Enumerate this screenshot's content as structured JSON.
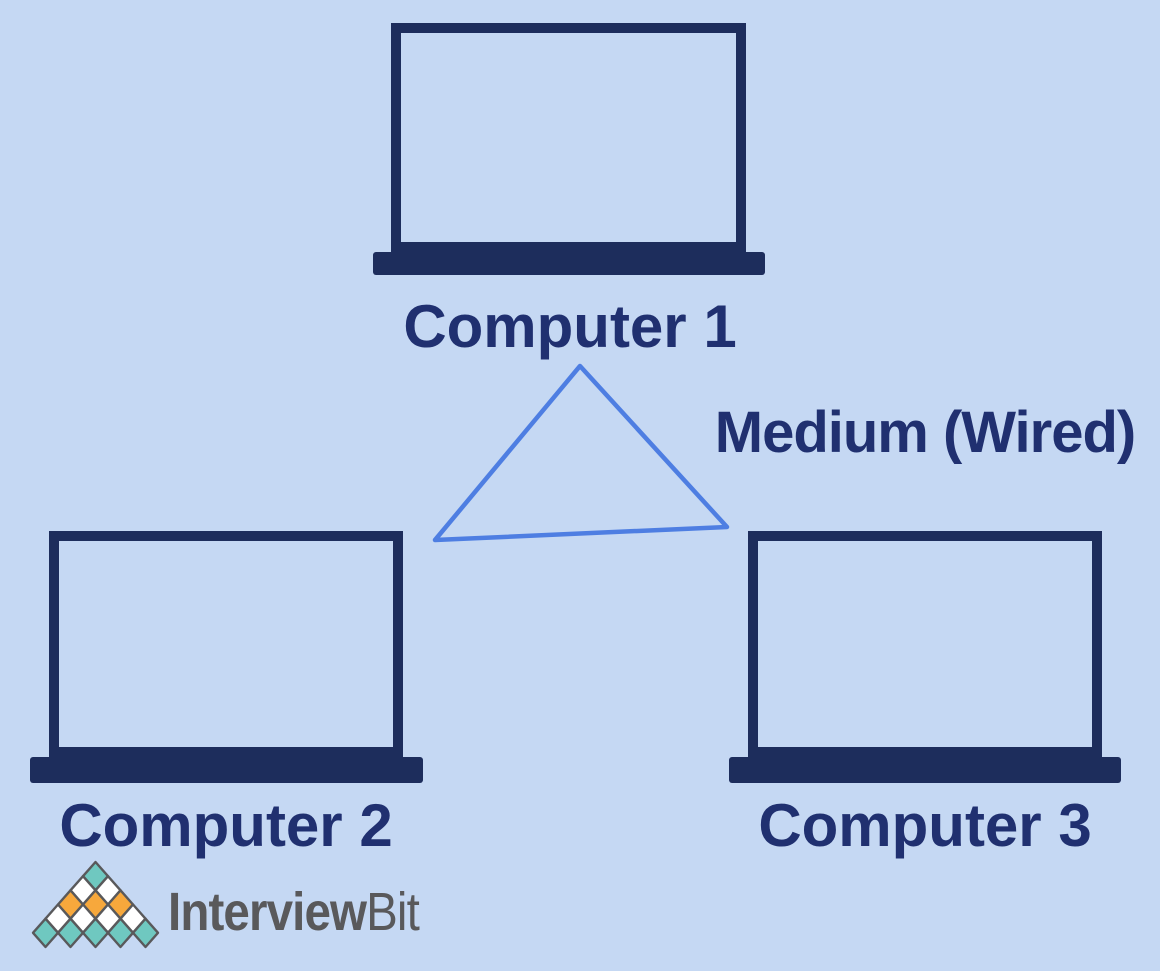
{
  "colors": {
    "background": "#c5d8f3",
    "device": "#1d2d5c",
    "label_text": "#203070",
    "connection_line": "#4e7ee2",
    "logo_outline": "#59595b",
    "logo_teal": "#6fc8c0",
    "logo_orange": "#f7a83c",
    "logo_white": "#ffffff",
    "logo_text_gray": "#59595b"
  },
  "diagram": {
    "type": "network-topology",
    "medium_label": "Medium (Wired)",
    "nodes": [
      {
        "id": "computer-1",
        "label": "Computer 1"
      },
      {
        "id": "computer-2",
        "label": "Computer 2"
      },
      {
        "id": "computer-3",
        "label": "Computer 3"
      }
    ],
    "connection": {
      "shape": "triangle",
      "connects": [
        "Computer 1",
        "Computer 2",
        "Computer 3"
      ]
    }
  },
  "logo": {
    "brand_bold": "Interview",
    "brand_light": "Bit",
    "pyramid_rows": [
      [
        "teal"
      ],
      [
        "white",
        "white"
      ],
      [
        "orange",
        "orange",
        "orange"
      ],
      [
        "white",
        "white",
        "white",
        "white"
      ],
      [
        "teal",
        "teal",
        "teal",
        "teal",
        "teal"
      ]
    ]
  }
}
